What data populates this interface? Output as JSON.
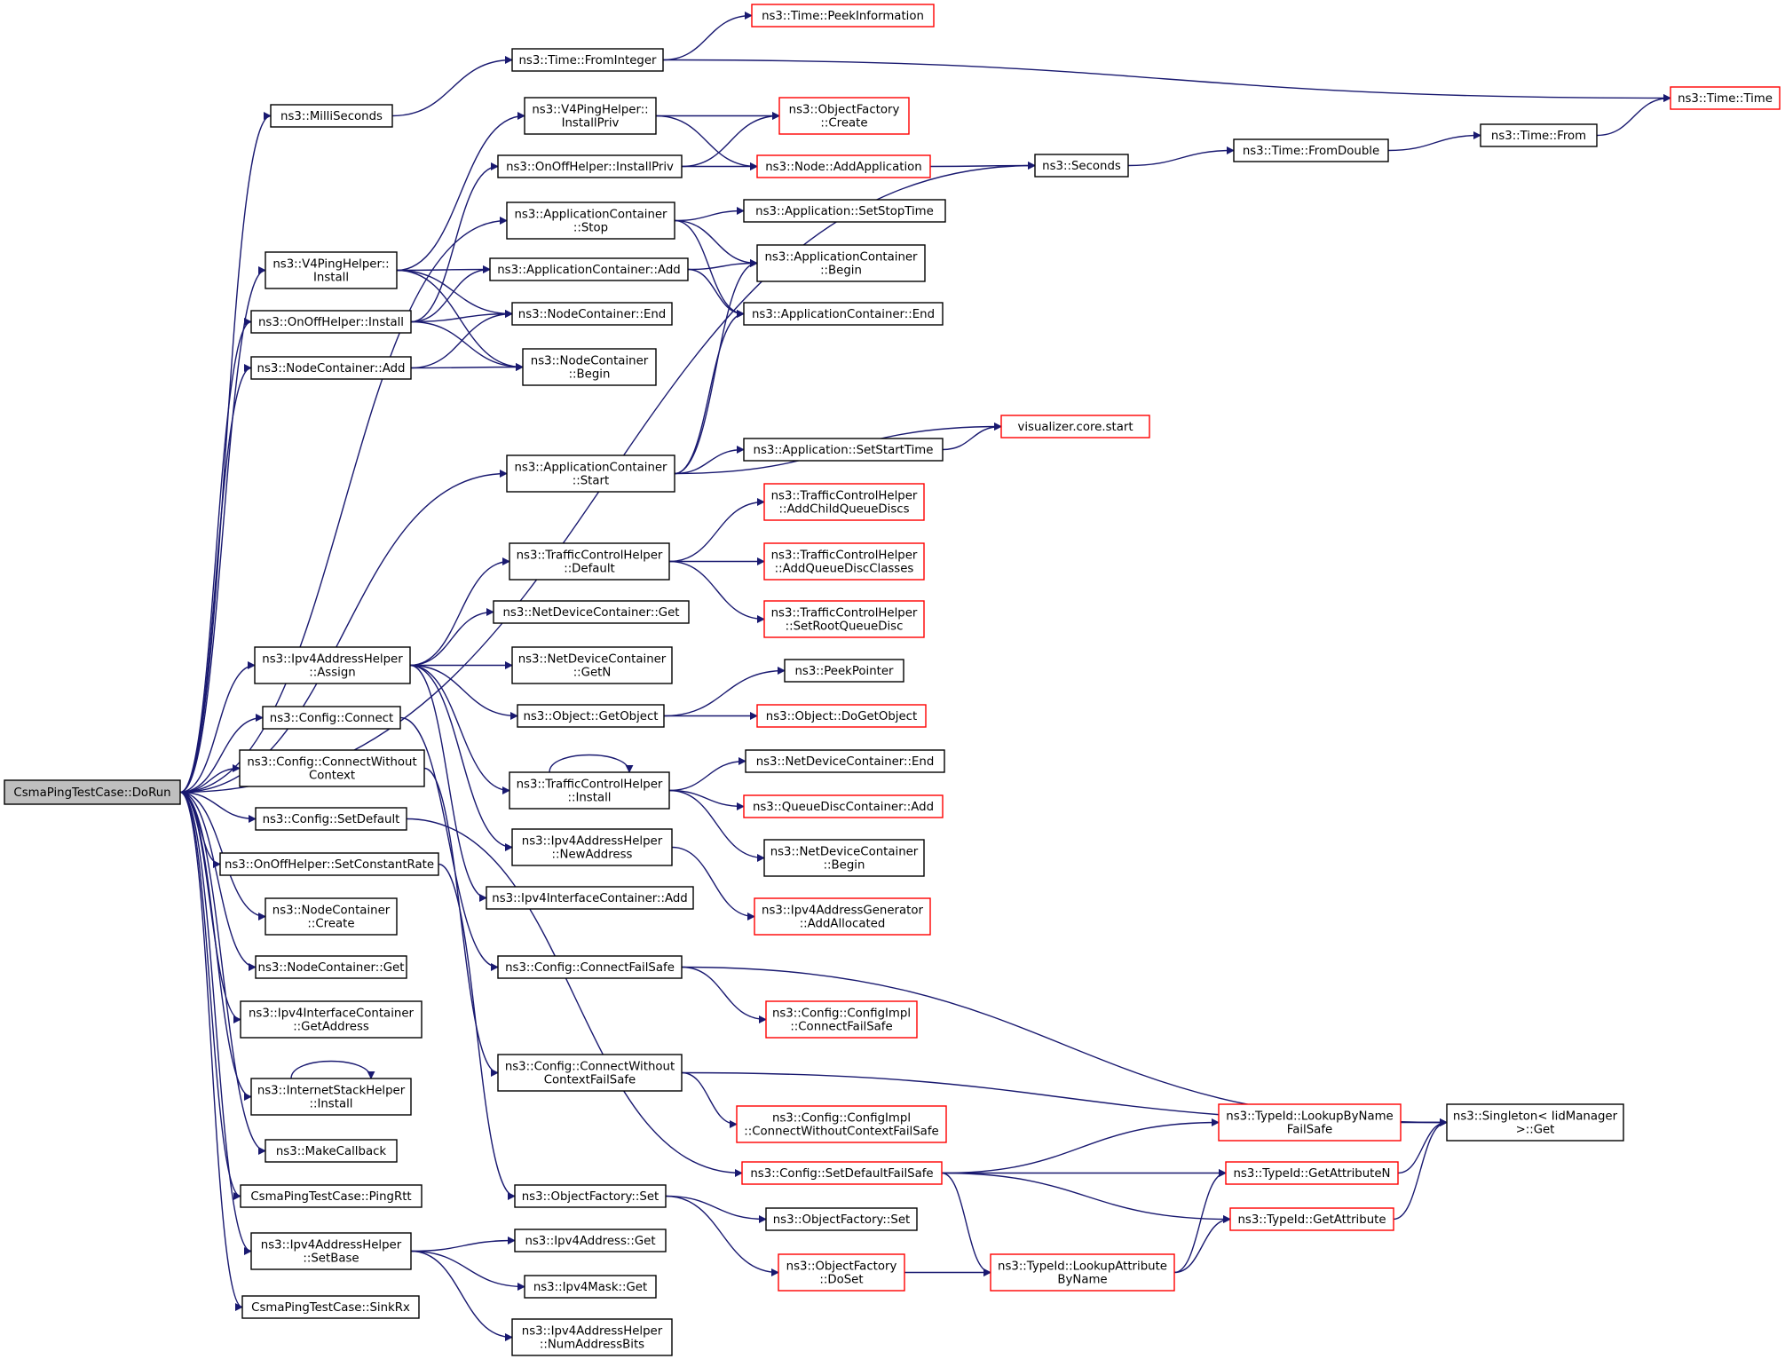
{
  "diagram": {
    "edge_color": "#191970",
    "node_border": "#000000",
    "node_border_truncated": "#ff0000",
    "root_fill": "#bfbfbf",
    "nodes": [
      {
        "id": "root",
        "lines": [
          "CsmaPingTestCase::DoRun"
        ],
        "style": "root"
      },
      {
        "id": "milli",
        "lines": [
          "ns3::MilliSeconds"
        ],
        "style": "normal"
      },
      {
        "id": "fromint",
        "lines": [
          "ns3::Time::FromInteger"
        ],
        "style": "normal"
      },
      {
        "id": "peekinfo",
        "lines": [
          "ns3::Time::PeekInformation"
        ],
        "style": "red"
      },
      {
        "id": "time",
        "lines": [
          "ns3::Time::Time"
        ],
        "style": "red"
      },
      {
        "id": "v4priv",
        "lines": [
          "ns3::V4PingHelper::",
          "InstallPriv"
        ],
        "style": "normal"
      },
      {
        "id": "ofcreate",
        "lines": [
          "ns3::ObjectFactory",
          "::Create"
        ],
        "style": "red"
      },
      {
        "id": "onoffpriv",
        "lines": [
          "ns3::OnOffHelper::InstallPriv"
        ],
        "style": "normal"
      },
      {
        "id": "addapp",
        "lines": [
          "ns3::Node::AddApplication"
        ],
        "style": "red"
      },
      {
        "id": "seconds",
        "lines": [
          "ns3::Seconds"
        ],
        "style": "normal"
      },
      {
        "id": "fromdouble",
        "lines": [
          "ns3::Time::FromDouble"
        ],
        "style": "normal"
      },
      {
        "id": "timefrom",
        "lines": [
          "ns3::Time::From"
        ],
        "style": "normal"
      },
      {
        "id": "acstop",
        "lines": [
          "ns3::ApplicationContainer",
          "::Stop"
        ],
        "style": "normal"
      },
      {
        "id": "appstop",
        "lines": [
          "ns3::Application::SetStopTime"
        ],
        "style": "normal"
      },
      {
        "id": "v4inst",
        "lines": [
          "ns3::V4PingHelper::",
          "Install"
        ],
        "style": "normal"
      },
      {
        "id": "acadd",
        "lines": [
          "ns3::ApplicationContainer::Add"
        ],
        "style": "normal"
      },
      {
        "id": "acbegin",
        "lines": [
          "ns3::ApplicationContainer",
          "::Begin"
        ],
        "style": "normal"
      },
      {
        "id": "acend",
        "lines": [
          "ns3::ApplicationContainer::End"
        ],
        "style": "normal"
      },
      {
        "id": "onoffinst",
        "lines": [
          "ns3::OnOffHelper::Install"
        ],
        "style": "normal"
      },
      {
        "id": "ncend",
        "lines": [
          "ns3::NodeContainer::End"
        ],
        "style": "normal"
      },
      {
        "id": "ncadd",
        "lines": [
          "ns3::NodeContainer::Add"
        ],
        "style": "normal"
      },
      {
        "id": "ncbegin",
        "lines": [
          "ns3::NodeContainer",
          "::Begin"
        ],
        "style": "normal"
      },
      {
        "id": "vizstart",
        "lines": [
          "visualizer.core.start"
        ],
        "style": "red"
      },
      {
        "id": "acstart",
        "lines": [
          "ns3::ApplicationContainer",
          "::Start"
        ],
        "style": "normal"
      },
      {
        "id": "appstart",
        "lines": [
          "ns3::Application::SetStartTime"
        ],
        "style": "normal"
      },
      {
        "id": "tcaddchild",
        "lines": [
          "ns3::TrafficControlHelper",
          "::AddChildQueueDiscs"
        ],
        "style": "red"
      },
      {
        "id": "tcdefault",
        "lines": [
          "ns3::TrafficControlHelper",
          "::Default"
        ],
        "style": "normal"
      },
      {
        "id": "tcaddclasses",
        "lines": [
          "ns3::TrafficControlHelper",
          "::AddQueueDiscClasses"
        ],
        "style": "red"
      },
      {
        "id": "tcsetroot",
        "lines": [
          "ns3::TrafficControlHelper",
          "::SetRootQueueDisc"
        ],
        "style": "red"
      },
      {
        "id": "ndcget",
        "lines": [
          "ns3::NetDeviceContainer::Get"
        ],
        "style": "normal"
      },
      {
        "id": "ipv4assign",
        "lines": [
          "ns3::Ipv4AddressHelper",
          "::Assign"
        ],
        "style": "normal"
      },
      {
        "id": "ndcgetn",
        "lines": [
          "ns3::NetDeviceContainer",
          "::GetN"
        ],
        "style": "normal"
      },
      {
        "id": "peekptr",
        "lines": [
          "ns3::PeekPointer"
        ],
        "style": "normal"
      },
      {
        "id": "getobj",
        "lines": [
          "ns3::Object::GetObject"
        ],
        "style": "normal"
      },
      {
        "id": "dogetobj",
        "lines": [
          "ns3::Object::DoGetObject"
        ],
        "style": "red"
      },
      {
        "id": "cfgconnect",
        "lines": [
          "ns3::Config::Connect"
        ],
        "style": "normal"
      },
      {
        "id": "ndcend",
        "lines": [
          "ns3::NetDeviceContainer::End"
        ],
        "style": "normal"
      },
      {
        "id": "cfgcwc",
        "lines": [
          "ns3::Config::ConnectWithout",
          "Context"
        ],
        "style": "normal"
      },
      {
        "id": "tcinstall",
        "lines": [
          "ns3::TrafficControlHelper",
          "::Install"
        ],
        "style": "normal"
      },
      {
        "id": "qdcadd",
        "lines": [
          "ns3::QueueDiscContainer::Add"
        ],
        "style": "red"
      },
      {
        "id": "cfgsetdef",
        "lines": [
          "ns3::Config::SetDefault"
        ],
        "style": "normal"
      },
      {
        "id": "ndcbegin",
        "lines": [
          "ns3::NetDeviceContainer",
          "::Begin"
        ],
        "style": "normal"
      },
      {
        "id": "ipv4newaddr",
        "lines": [
          "ns3::Ipv4AddressHelper",
          "::NewAddress"
        ],
        "style": "normal"
      },
      {
        "id": "onoffrate",
        "lines": [
          "ns3::OnOffHelper::SetConstantRate"
        ],
        "style": "normal"
      },
      {
        "id": "iicadd",
        "lines": [
          "ns3::Ipv4InterfaceContainer::Add"
        ],
        "style": "normal"
      },
      {
        "id": "ipv4gen",
        "lines": [
          "ns3::Ipv4AddressGenerator",
          "::AddAllocated"
        ],
        "style": "red"
      },
      {
        "id": "nccreate",
        "lines": [
          "ns3::NodeContainer",
          "::Create"
        ],
        "style": "normal"
      },
      {
        "id": "ncget",
        "lines": [
          "ns3::NodeContainer::Get"
        ],
        "style": "normal"
      },
      {
        "id": "cfgcfs",
        "lines": [
          "ns3::Config::ConnectFailSafe"
        ],
        "style": "normal"
      },
      {
        "id": "iicgetaddr",
        "lines": [
          "ns3::Ipv4InterfaceContainer",
          "::GetAddress"
        ],
        "style": "normal"
      },
      {
        "id": "cfgimplcfs",
        "lines": [
          "ns3::Config::ConfigImpl",
          "::ConnectFailSafe"
        ],
        "style": "red"
      },
      {
        "id": "cfgcwcfs",
        "lines": [
          "ns3::Config::ConnectWithout",
          "ContextFailSafe"
        ],
        "style": "normal"
      },
      {
        "id": "inetinstall",
        "lines": [
          "ns3::InternetStackHelper",
          "::Install"
        ],
        "style": "normal"
      },
      {
        "id": "cfgimplcwcfs",
        "lines": [
          "ns3::Config::ConfigImpl",
          "::ConnectWithoutContextFailSafe"
        ],
        "style": "red"
      },
      {
        "id": "lookupfs",
        "lines": [
          "ns3::TypeId::LookupByName",
          "FailSafe"
        ],
        "style": "red"
      },
      {
        "id": "singleton",
        "lines": [
          "ns3::Singleton< IidManager",
          ">::Get"
        ],
        "style": "normal"
      },
      {
        "id": "makecb",
        "lines": [
          "ns3::MakeCallback"
        ],
        "style": "normal"
      },
      {
        "id": "cfgsdfs",
        "lines": [
          "ns3::Config::SetDefaultFailSafe"
        ],
        "style": "red"
      },
      {
        "id": "getattrn",
        "lines": [
          "ns3::TypeId::GetAttributeN"
        ],
        "style": "red"
      },
      {
        "id": "pingrtt",
        "lines": [
          "CsmaPingTestCase::PingRtt"
        ],
        "style": "normal"
      },
      {
        "id": "ofset",
        "lines": [
          "ns3::ObjectFactory::Set"
        ],
        "style": "normal"
      },
      {
        "id": "ofset2",
        "lines": [
          "ns3::ObjectFactory::Set"
        ],
        "style": "normal"
      },
      {
        "id": "getattr",
        "lines": [
          "ns3::TypeId::GetAttribute"
        ],
        "style": "red"
      },
      {
        "id": "ipv4setbase",
        "lines": [
          "ns3::Ipv4AddressHelper",
          "::SetBase"
        ],
        "style": "normal"
      },
      {
        "id": "ipv4get",
        "lines": [
          "ns3::Ipv4Address::Get"
        ],
        "style": "normal"
      },
      {
        "id": "ofdoset",
        "lines": [
          "ns3::ObjectFactory",
          "::DoSet"
        ],
        "style": "red"
      },
      {
        "id": "lookupattr",
        "lines": [
          "ns3::TypeId::LookupAttribute",
          "ByName"
        ],
        "style": "red"
      },
      {
        "id": "maskget",
        "lines": [
          "ns3::Ipv4Mask::Get"
        ],
        "style": "normal"
      },
      {
        "id": "sinkrx",
        "lines": [
          "CsmaPingTestCase::SinkRx"
        ],
        "style": "normal"
      },
      {
        "id": "numbits",
        "lines": [
          "ns3::Ipv4AddressHelper",
          "::NumAddressBits"
        ],
        "style": "normal"
      }
    ],
    "edges": [
      [
        "root",
        "milli"
      ],
      [
        "root",
        "acstop"
      ],
      [
        "root",
        "v4inst"
      ],
      [
        "root",
        "onoffinst"
      ],
      [
        "root",
        "ncadd"
      ],
      [
        "root",
        "seconds"
      ],
      [
        "root",
        "acstart"
      ],
      [
        "root",
        "ipv4assign"
      ],
      [
        "root",
        "cfgconnect"
      ],
      [
        "root",
        "cfgcwc"
      ],
      [
        "root",
        "cfgsetdef"
      ],
      [
        "root",
        "onoffrate"
      ],
      [
        "root",
        "nccreate"
      ],
      [
        "root",
        "ncget"
      ],
      [
        "root",
        "iicgetaddr"
      ],
      [
        "root",
        "inetinstall"
      ],
      [
        "root",
        "makecb"
      ],
      [
        "root",
        "pingrtt"
      ],
      [
        "root",
        "ipv4setbase"
      ],
      [
        "root",
        "sinkrx"
      ],
      [
        "milli",
        "fromint"
      ],
      [
        "fromint",
        "peekinfo"
      ],
      [
        "fromint",
        "time"
      ],
      [
        "v4priv",
        "ofcreate"
      ],
      [
        "v4priv",
        "addapp"
      ],
      [
        "onoffpriv",
        "ofcreate"
      ],
      [
        "onoffpriv",
        "addapp"
      ],
      [
        "addapp",
        "seconds"
      ],
      [
        "seconds",
        "fromdouble"
      ],
      [
        "fromdouble",
        "timefrom"
      ],
      [
        "timefrom",
        "time"
      ],
      [
        "acstop",
        "appstop"
      ],
      [
        "acstop",
        "acbegin"
      ],
      [
        "acstop",
        "acend"
      ],
      [
        "v4inst",
        "v4priv"
      ],
      [
        "v4inst",
        "acadd"
      ],
      [
        "v4inst",
        "ncend"
      ],
      [
        "v4inst",
        "ncbegin"
      ],
      [
        "acadd",
        "acbegin"
      ],
      [
        "acadd",
        "acend"
      ],
      [
        "onoffinst",
        "onoffpriv"
      ],
      [
        "onoffinst",
        "acadd"
      ],
      [
        "onoffinst",
        "ncend"
      ],
      [
        "onoffinst",
        "ncbegin"
      ],
      [
        "ncadd",
        "ncend"
      ],
      [
        "ncadd",
        "ncbegin"
      ],
      [
        "acstart",
        "acbegin"
      ],
      [
        "acstart",
        "acend"
      ],
      [
        "acstart",
        "vizstart"
      ],
      [
        "acstart",
        "appstart"
      ],
      [
        "appstart",
        "vizstart"
      ],
      [
        "tcdefault",
        "tcaddchild"
      ],
      [
        "tcdefault",
        "tcaddclasses"
      ],
      [
        "tcdefault",
        "tcsetroot"
      ],
      [
        "ipv4assign",
        "tcdefault"
      ],
      [
        "ipv4assign",
        "ndcget"
      ],
      [
        "ipv4assign",
        "ndcgetn"
      ],
      [
        "ipv4assign",
        "getobj"
      ],
      [
        "ipv4assign",
        "tcinstall"
      ],
      [
        "ipv4assign",
        "ipv4newaddr"
      ],
      [
        "ipv4assign",
        "iicadd"
      ],
      [
        "getobj",
        "peekptr"
      ],
      [
        "getobj",
        "dogetobj"
      ],
      [
        "tcinstall",
        "tcinstall"
      ],
      [
        "tcinstall",
        "ndcend"
      ],
      [
        "tcinstall",
        "qdcadd"
      ],
      [
        "tcinstall",
        "ndcbegin"
      ],
      [
        "ipv4newaddr",
        "ipv4gen"
      ],
      [
        "cfgconnect",
        "cfgcfs"
      ],
      [
        "cfgcwc",
        "cfgcwcfs"
      ],
      [
        "cfgsetdef",
        "cfgsdfs"
      ],
      [
        "onoffrate",
        "ofset"
      ],
      [
        "cfgcfs",
        "cfgimplcfs"
      ],
      [
        "cfgcfs",
        "singleton"
      ],
      [
        "cfgcwcfs",
        "cfgimplcwcfs"
      ],
      [
        "cfgcwcfs",
        "singleton"
      ],
      [
        "inetinstall",
        "inetinstall"
      ],
      [
        "cfgsdfs",
        "lookupfs"
      ],
      [
        "cfgsdfs",
        "getattrn"
      ],
      [
        "cfgsdfs",
        "getattr"
      ],
      [
        "cfgsdfs",
        "lookupattr"
      ],
      [
        "lookupfs",
        "singleton"
      ],
      [
        "getattrn",
        "singleton"
      ],
      [
        "getattr",
        "singleton"
      ],
      [
        "lookupattr",
        "getattrn"
      ],
      [
        "lookupattr",
        "getattr"
      ],
      [
        "ofset",
        "ofset2"
      ],
      [
        "ofset",
        "ofdoset"
      ],
      [
        "ofdoset",
        "lookupattr"
      ],
      [
        "ipv4setbase",
        "ipv4get"
      ],
      [
        "ipv4setbase",
        "maskget"
      ],
      [
        "ipv4setbase",
        "numbits"
      ]
    ]
  }
}
